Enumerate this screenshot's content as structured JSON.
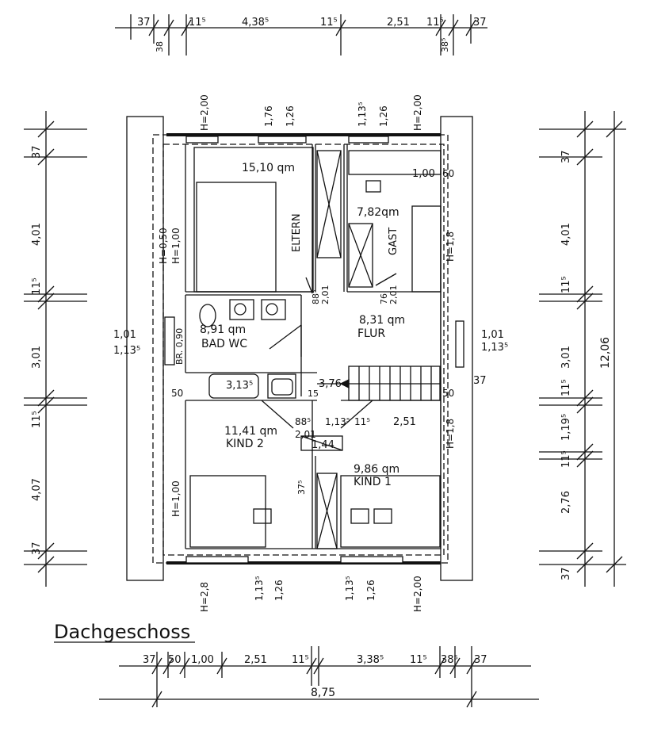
{
  "title": "Dachgeschoss",
  "rooms": {
    "eltern": {
      "area": "15,10 qm",
      "name": "ELTERN"
    },
    "gast": {
      "area": "7,82qm",
      "name": "GAST"
    },
    "bad": {
      "area": "8,91 qm",
      "name": "BAD WC"
    },
    "flur": {
      "area": "8,31 qm",
      "name": "FLUR"
    },
    "kind2": {
      "area": "11,41 qm",
      "name": "KIND 2"
    },
    "kind1": {
      "area": "9,86 qm",
      "name": "KIND 1"
    }
  },
  "dims_top": [
    "37",
    "38",
    "11⁵",
    "4,38⁵",
    "11⁵",
    "2,51",
    "11⁵",
    "38⁵",
    "37"
  ],
  "dims_bottom_row1": [
    "37",
    "50",
    "1,00",
    "2,51",
    "11⁵",
    "3,38⁵",
    "11⁵",
    "38⁵",
    "37"
  ],
  "dims_bottom_total": "8,75",
  "dims_left": [
    "37",
    "4,01",
    "11⁵",
    "3,01",
    "11⁵",
    "4,07",
    "37"
  ],
  "dims_right": [
    "37",
    "4,01",
    "11⁵",
    "3,01",
    "11⁵",
    "1,19⁵",
    "11⁵",
    "2,76",
    "37"
  ],
  "dims_right_total": "12,06",
  "window_labels_top": [
    "H=2,00",
    "1,76",
    "1,26",
    "1,13⁵",
    "1,26",
    "H=2,00"
  ],
  "window_labels_bottom": [
    "H=2,8",
    "1,13⁵",
    "1,26",
    "1,13⁵",
    "1,26",
    "H=2,00"
  ],
  "side_labels": {
    "left_h": "H=0,50",
    "left_h2": "H=1,00",
    "left_side_a": "1,01",
    "left_side_b": "1,13⁵",
    "right_side_a": "1,01",
    "right_side_b": "1,13⁵",
    "br": "BR. 0,90",
    "gast_h": "H=1,8",
    "gast_w": "1,00",
    "gast_w2": "60",
    "kind2_h": "H=1,00",
    "kind1_h": "H=1,8"
  },
  "inner_dims": {
    "door_eltern": "88⁵",
    "door_eltern2": "2,01",
    "door_gast": "76",
    "door_gast2": "2,01",
    "bath_w": "3,13⁵",
    "stair": "3,76",
    "kind_door": "88⁵",
    "kind_door2": "2,01",
    "mid1": "1,13⁵",
    "mid2": "11⁵",
    "k1w": "2,51",
    "shaft": "1,44",
    "d50a": "50",
    "d50b": "50",
    "d15": "15",
    "d37r": "37",
    "d375": "37⁵"
  }
}
